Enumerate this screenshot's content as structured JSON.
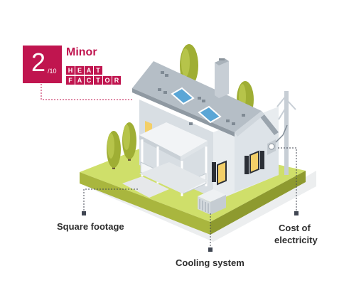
{
  "rating": {
    "score": "2",
    "denominator": "/10",
    "level": "Minor",
    "heat": [
      "H",
      "E",
      "A",
      "T"
    ],
    "factor": [
      "F",
      "A",
      "C",
      "T",
      "O",
      "R"
    ],
    "accent": "#c0154f"
  },
  "labels": {
    "square_footage": "Square footage",
    "cooling_system": "Cooling system",
    "cost_line1": "Cost of",
    "cost_line2": "electricity"
  },
  "colors": {
    "grass": "#cfdf6a",
    "ground_side": "#a9b63e",
    "roof": "#b5bec6",
    "wall": "#e5eaee",
    "window": "#f3cf68",
    "tree": "#9fae34",
    "leader": "#404652"
  }
}
